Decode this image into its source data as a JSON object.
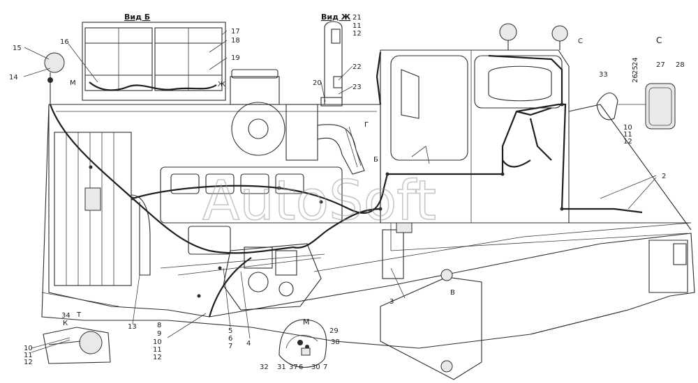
{
  "diagram": {
    "views": {
      "view_b": "Вид Б",
      "view_zh": "Вид Ж",
      "view_c": "С",
      "view_m": "М"
    },
    "letters": {
      "m_top": "М",
      "zh": "Ж",
      "c_top": "С",
      "g": "Г",
      "b": "Б",
      "t": "Т",
      "k": "К",
      "v": "В"
    },
    "callouts": {
      "n2": "2",
      "n3": "3",
      "n4": "4",
      "n5a": "5",
      "n6a": "6",
      "n7a": "7",
      "n8a": "8",
      "n9a": "9",
      "n10a": "10",
      "n11a": "11",
      "n12a": "12",
      "n13": "13",
      "n14": "14",
      "n15": "15",
      "n16": "16",
      "n17": "17",
      "n18a": "18",
      "n19": "19",
      "n20": "20",
      "n21": "21",
      "n11b": "11",
      "n12b": "12",
      "n22": "22",
      "n23": "23",
      "n24": "24",
      "n25": "25",
      "n26": "26",
      "n27": "27",
      "n28": "28",
      "n33": "33",
      "n10b": "10",
      "n11c": "11",
      "n12c": "12",
      "n34": "34",
      "n10c": "10",
      "n11d": "11",
      "n12d": "12",
      "n29": "29",
      "n38": "38",
      "n32": "32",
      "n31": "31",
      "n37": "37",
      "n6b": "6",
      "n30": "30",
      "n7b": "7"
    },
    "watermark": "AutoSoft"
  }
}
